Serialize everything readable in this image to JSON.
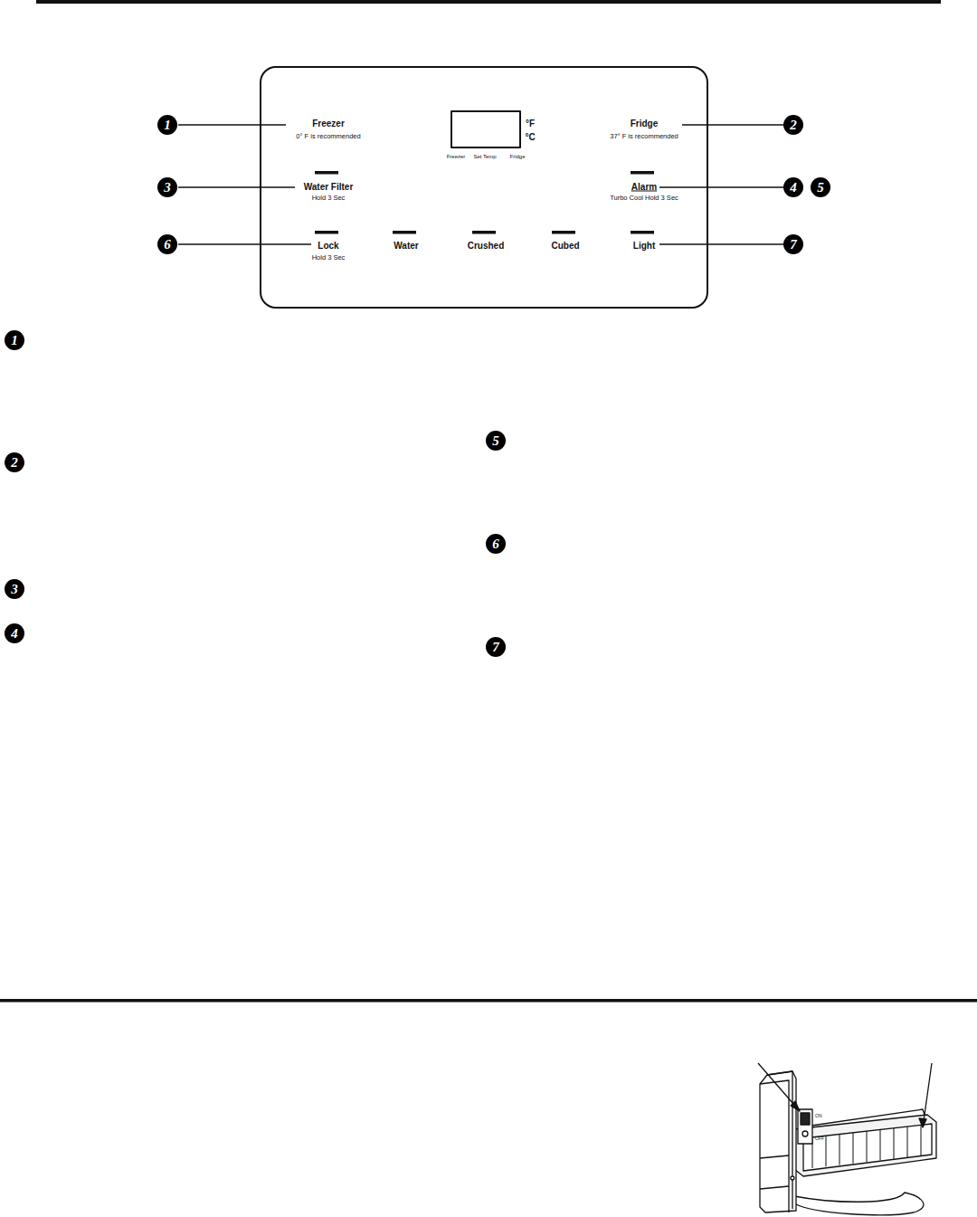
{
  "diagram": {
    "nodes": [
      {
        "text": [
          "Freezer",
          "0° F is recommended",
          "Fridge",
          "37° F is recommended",
          "Water Filter",
          "Hold 3 Sec",
          "Alarm",
          "Turbo Cool Hold 3 Sec",
          "Lock",
          "Hold 3 Sec",
          "Water",
          "Crushed",
          "Cubed",
          "Light"
        ]
      },
      {
        "text": [
          "°F",
          "°C",
          "Freezer",
          "Set Temp",
          "Fridge"
        ],
        "in": 0
      }
    ],
    "labels": [
      "1",
      "2",
      "3",
      "4",
      "5",
      "6",
      "7",
      "1",
      "2",
      "3",
      "4",
      "5",
      "6",
      "7",
      "ON",
      "OFF"
    ]
  }
}
